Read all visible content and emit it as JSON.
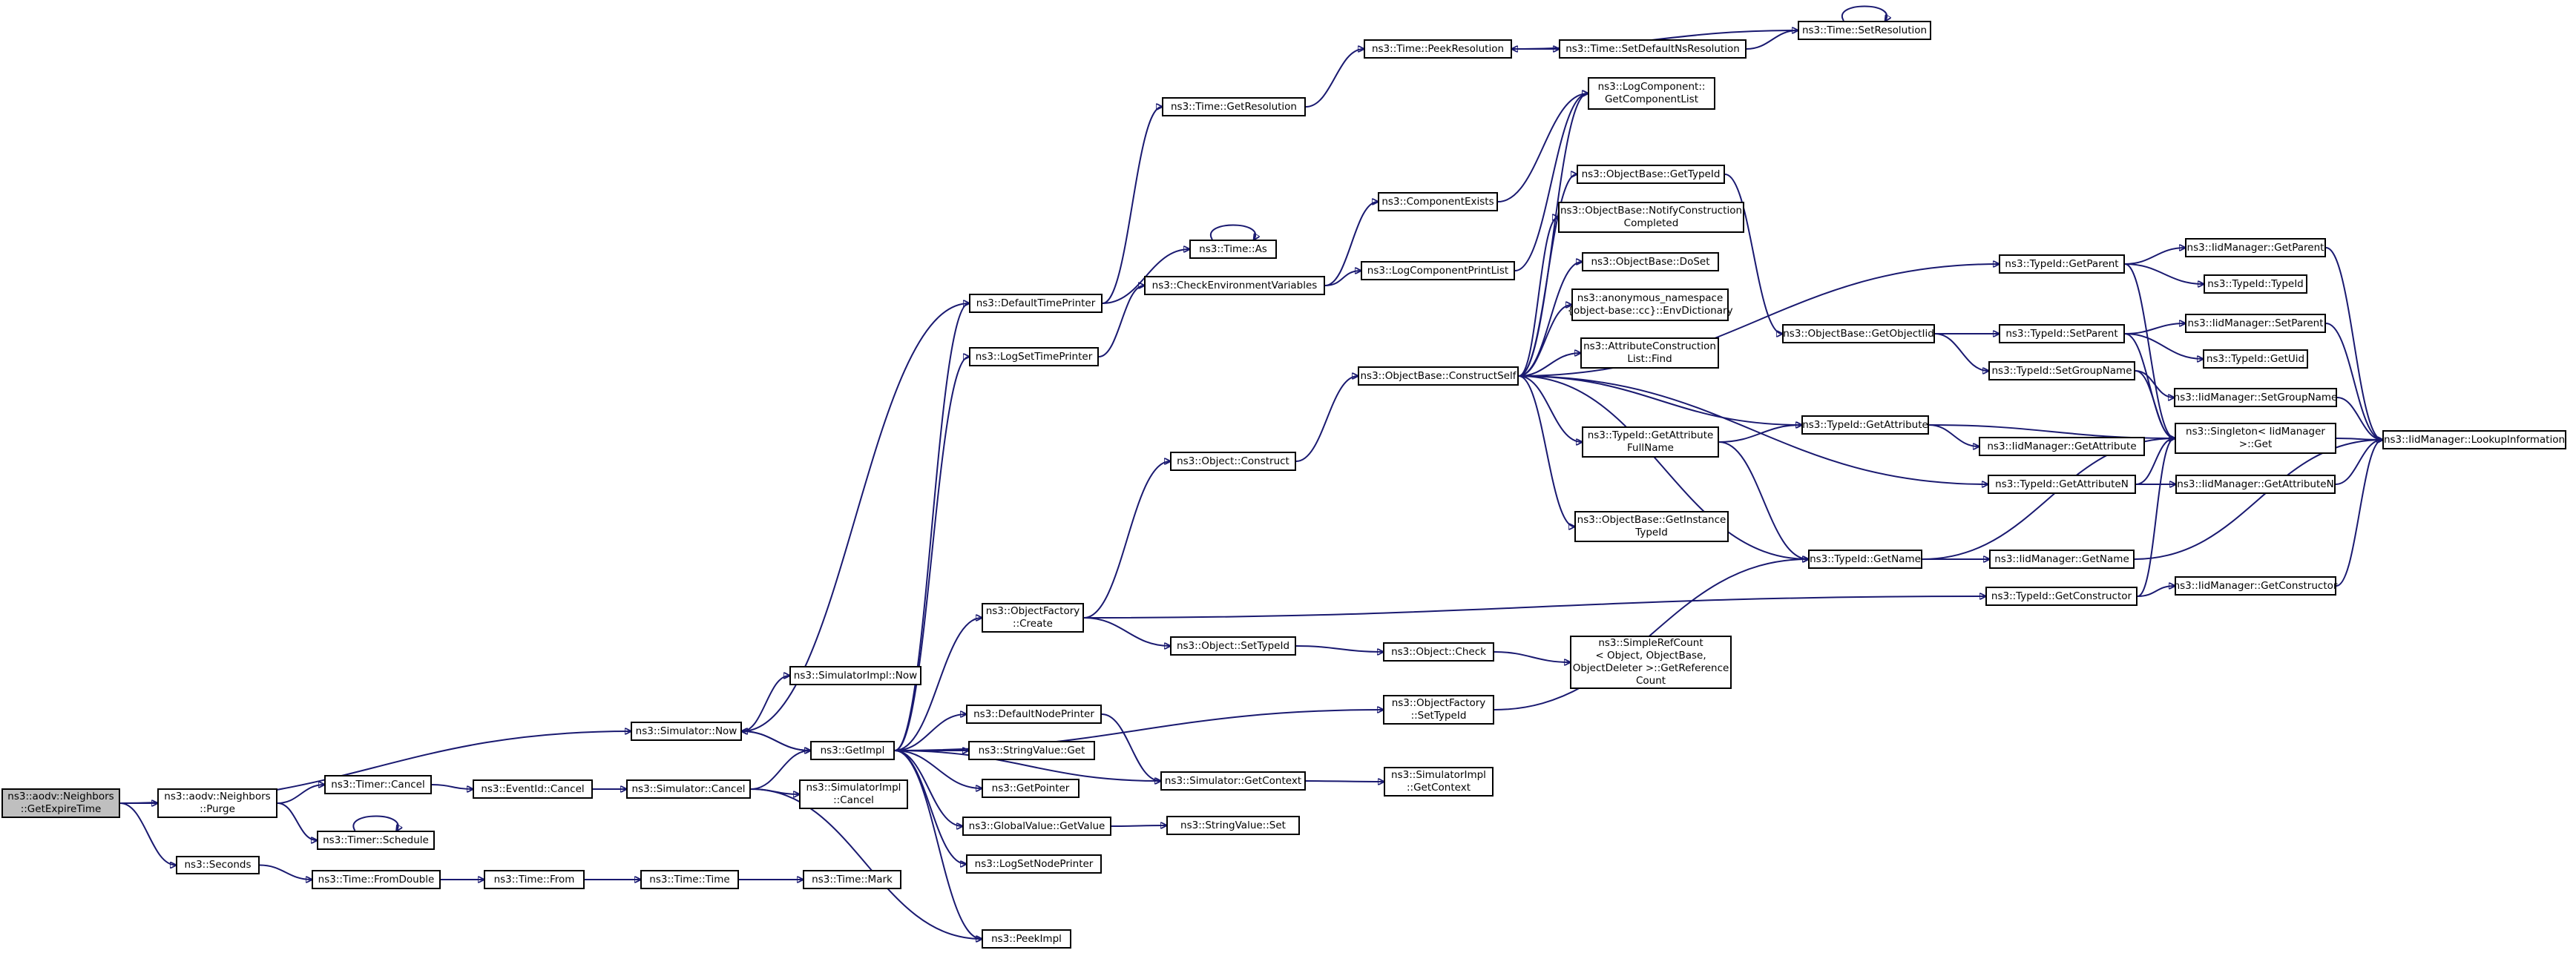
{
  "graph": {
    "arrow_color": "#191970",
    "root_fill": "#bfbfbf",
    "node_fill": "#ffffff",
    "nodes": [
      {
        "id": "root",
        "lines": [
          "ns3::aodv::Neighbors",
          "::GetExpireTime"
        ],
        "root": true
      },
      {
        "id": "purge",
        "lines": [
          "ns3::aodv::Neighbors",
          "::Purge"
        ]
      },
      {
        "id": "seconds",
        "lines": [
          "ns3::Seconds"
        ]
      },
      {
        "id": "simnow",
        "lines": [
          "ns3::Simulator::Now"
        ]
      },
      {
        "id": "simimplnow",
        "lines": [
          "ns3::SimulatorImpl::Now"
        ]
      },
      {
        "id": "timercancel",
        "lines": [
          "ns3::Timer::Cancel"
        ]
      },
      {
        "id": "timerschedule",
        "lines": [
          "ns3::Timer::Schedule"
        ]
      },
      {
        "id": "eventcancel",
        "lines": [
          "ns3::EventId::Cancel"
        ]
      },
      {
        "id": "simcancel",
        "lines": [
          "ns3::Simulator::Cancel"
        ]
      },
      {
        "id": "simimplcancel",
        "lines": [
          "ns3::SimulatorImpl",
          "::Cancel"
        ]
      },
      {
        "id": "fromdouble",
        "lines": [
          "ns3::Time::FromDouble"
        ]
      },
      {
        "id": "timefrom",
        "lines": [
          "ns3::Time::From"
        ]
      },
      {
        "id": "timetime",
        "lines": [
          "ns3::Time::Time"
        ]
      },
      {
        "id": "timemark",
        "lines": [
          "ns3::Time::Mark"
        ]
      },
      {
        "id": "getimpl",
        "lines": [
          "ns3::GetImpl"
        ]
      },
      {
        "id": "peekimpl",
        "lines": [
          "ns3::PeekImpl"
        ]
      },
      {
        "id": "defaulttimeprinter",
        "lines": [
          "ns3::DefaultTimePrinter"
        ]
      },
      {
        "id": "logsettimeprinter",
        "lines": [
          "ns3::LogSetTimePrinter"
        ]
      },
      {
        "id": "objfactorycreate",
        "lines": [
          "ns3::ObjectFactory",
          "::Create"
        ]
      },
      {
        "id": "defaultnodeprinter",
        "lines": [
          "ns3::DefaultNodePrinter"
        ]
      },
      {
        "id": "stringvalueget",
        "lines": [
          "ns3::StringValue::Get"
        ]
      },
      {
        "id": "getpointer",
        "lines": [
          "ns3::GetPointer"
        ]
      },
      {
        "id": "globalvalueget",
        "lines": [
          "ns3::GlobalValue::GetValue"
        ]
      },
      {
        "id": "logsetnodeprinter",
        "lines": [
          "ns3::LogSetNodePrinter"
        ]
      },
      {
        "id": "timegetres",
        "lines": [
          "ns3::Time::GetResolution"
        ]
      },
      {
        "id": "timeas",
        "lines": [
          "ns3::Time::As"
        ]
      },
      {
        "id": "checkenv",
        "lines": [
          "ns3::CheckEnvironmentVariables"
        ]
      },
      {
        "id": "objconstruct",
        "lines": [
          "ns3::Object::Construct"
        ]
      },
      {
        "id": "objsettypeid",
        "lines": [
          "ns3::Object::SetTypeId"
        ]
      },
      {
        "id": "simgetcontext",
        "lines": [
          "ns3::Simulator::GetContext"
        ]
      },
      {
        "id": "stringvalueset",
        "lines": [
          "ns3::StringValue::Set"
        ]
      },
      {
        "id": "peekres",
        "lines": [
          "ns3::Time::PeekResolution"
        ]
      },
      {
        "id": "componentexists",
        "lines": [
          "ns3::ComponentExists"
        ]
      },
      {
        "id": "logcompprintlist",
        "lines": [
          "ns3::LogComponentPrintList"
        ]
      },
      {
        "id": "constructself",
        "lines": [
          "ns3::ObjectBase::ConstructSelf"
        ]
      },
      {
        "id": "objcheck",
        "lines": [
          "ns3::Object::Check"
        ]
      },
      {
        "id": "objfactorysettypeid",
        "lines": [
          "ns3::ObjectFactory",
          "::SetTypeId"
        ]
      },
      {
        "id": "simimplgetcontext",
        "lines": [
          "ns3::SimulatorImpl",
          "::GetContext"
        ]
      },
      {
        "id": "setdefaultns",
        "lines": [
          "ns3::Time::SetDefaultNsResolution"
        ]
      },
      {
        "id": "logcompgetlist",
        "lines": [
          "ns3::LogComponent::",
          "GetComponentList"
        ]
      },
      {
        "id": "objbasegettypeid",
        "lines": [
          "ns3::ObjectBase::GetTypeId"
        ]
      },
      {
        "id": "notifyconstruction",
        "lines": [
          "ns3::ObjectBase::NotifyConstruction",
          "Completed"
        ]
      },
      {
        "id": "doset",
        "lines": [
          "ns3::ObjectBase::DoSet"
        ]
      },
      {
        "id": "envdictionary",
        "lines": [
          "ns3::anonymous_namespace",
          "{object-base::cc}::EnvDictionary"
        ]
      },
      {
        "id": "attrconstructionfind",
        "lines": [
          "ns3::AttributeConstruction",
          "List::Find"
        ]
      },
      {
        "id": "getattrfullname",
        "lines": [
          "ns3::TypeId::GetAttribute",
          "FullName"
        ]
      },
      {
        "id": "getinstancetypeid",
        "lines": [
          "ns3::ObjectBase::GetInstance",
          "TypeId"
        ]
      },
      {
        "id": "simplerefcount",
        "lines": [
          "ns3::SimpleRefCount",
          "< Object, ObjectBase,",
          "ObjectDeleter >::GetReference",
          "Count"
        ]
      },
      {
        "id": "setresolution",
        "lines": [
          "ns3::Time::SetResolution"
        ]
      },
      {
        "id": "getobjectiid",
        "lines": [
          "ns3::ObjectBase::GetObjectIid"
        ]
      },
      {
        "id": "typeidgetattribute",
        "lines": [
          "ns3::TypeId::GetAttribute"
        ]
      },
      {
        "id": "typeidgetname",
        "lines": [
          "ns3::TypeId::GetName"
        ]
      },
      {
        "id": "typeidgetparent",
        "lines": [
          "ns3::TypeId::GetParent"
        ]
      },
      {
        "id": "typeidsetparent",
        "lines": [
          "ns3::TypeId::SetParent"
        ]
      },
      {
        "id": "typeidsetgroupname",
        "lines": [
          "ns3::TypeId::SetGroupName"
        ]
      },
      {
        "id": "typeidgetattributen",
        "lines": [
          "ns3::TypeId::GetAttributeN"
        ]
      },
      {
        "id": "typeidgetconstructor",
        "lines": [
          "ns3::TypeId::GetConstructor"
        ]
      },
      {
        "id": "iidgetparent",
        "lines": [
          "ns3::IidManager::GetParent"
        ]
      },
      {
        "id": "typeidtypeid",
        "lines": [
          "ns3::TypeId::TypeId"
        ]
      },
      {
        "id": "iidsetparent",
        "lines": [
          "ns3::IidManager::SetParent"
        ]
      },
      {
        "id": "typeidgetuid",
        "lines": [
          "ns3::TypeId::GetUid"
        ]
      },
      {
        "id": "iidsetgroupname",
        "lines": [
          "ns3::IidManager::SetGroupName"
        ]
      },
      {
        "id": "singletonget",
        "lines": [
          "ns3::Singleton< IidManager",
          " >::Get"
        ]
      },
      {
        "id": "iidgetattribute",
        "lines": [
          "ns3::IidManager::GetAttribute"
        ]
      },
      {
        "id": "iidgetattributen",
        "lines": [
          "ns3::IidManager::GetAttributeN"
        ]
      },
      {
        "id": "iidgetname",
        "lines": [
          "ns3::IidManager::GetName"
        ]
      },
      {
        "id": "iidgetconstructor",
        "lines": [
          "ns3::IidManager::GetConstructor"
        ]
      },
      {
        "id": "lookupinformation",
        "lines": [
          "ns3::IidManager::LookupInformation"
        ]
      }
    ],
    "edges": [
      [
        "root",
        "purge"
      ],
      [
        "root",
        "seconds"
      ],
      [
        "root",
        "simnow"
      ],
      [
        "purge",
        "timercancel"
      ],
      [
        "purge",
        "timerschedule"
      ],
      [
        "timerschedule",
        "timerschedule"
      ],
      [
        "timercancel",
        "eventcancel"
      ],
      [
        "eventcancel",
        "simcancel"
      ],
      [
        "simcancel",
        "getimpl"
      ],
      [
        "simcancel",
        "simimplcancel"
      ],
      [
        "simcancel",
        "peekimpl"
      ],
      [
        "seconds",
        "fromdouble"
      ],
      [
        "fromdouble",
        "timefrom"
      ],
      [
        "timefrom",
        "timetime"
      ],
      [
        "timetime",
        "timemark"
      ],
      [
        "simnow",
        "simimplnow"
      ],
      [
        "simnow",
        "getimpl"
      ],
      [
        "getimpl",
        "simnow"
      ],
      [
        "getimpl",
        "defaulttimeprinter"
      ],
      [
        "getimpl",
        "logsettimeprinter"
      ],
      [
        "getimpl",
        "objfactorycreate"
      ],
      [
        "getimpl",
        "objfactorysettypeid"
      ],
      [
        "getimpl",
        "defaultnodeprinter"
      ],
      [
        "getimpl",
        "stringvalueget"
      ],
      [
        "getimpl",
        "getpointer"
      ],
      [
        "getimpl",
        "globalvalueget"
      ],
      [
        "getimpl",
        "logsetnodeprinter"
      ],
      [
        "getimpl",
        "peekimpl"
      ],
      [
        "getimpl",
        "simgetcontext"
      ],
      [
        "defaulttimeprinter",
        "simnow"
      ],
      [
        "defaulttimeprinter",
        "timegetres"
      ],
      [
        "defaulttimeprinter",
        "timeas"
      ],
      [
        "logsettimeprinter",
        "checkenv"
      ],
      [
        "objfactorycreate",
        "objconstruct"
      ],
      [
        "objfactorycreate",
        "objsettypeid"
      ],
      [
        "objfactorycreate",
        "typeidgetconstructor"
      ],
      [
        "defaultnodeprinter",
        "simgetcontext"
      ],
      [
        "globalvalueget",
        "stringvalueset"
      ],
      [
        "timegetres",
        "peekres"
      ],
      [
        "timeas",
        "timeas"
      ],
      [
        "checkenv",
        "componentexists"
      ],
      [
        "checkenv",
        "logcompprintlist"
      ],
      [
        "objconstruct",
        "constructself"
      ],
      [
        "objsettypeid",
        "objcheck"
      ],
      [
        "simgetcontext",
        "simimplgetcontext"
      ],
      [
        "objcheck",
        "simplerefcount"
      ],
      [
        "objfactorysettypeid",
        "typeidgetname"
      ],
      [
        "peekres",
        "setdefaultns"
      ],
      [
        "setdefaultns",
        "setresolution"
      ],
      [
        "setresolution",
        "peekres"
      ],
      [
        "setresolution",
        "setresolution"
      ],
      [
        "componentexists",
        "logcompgetlist"
      ],
      [
        "logcompprintlist",
        "logcompgetlist"
      ],
      [
        "constructself",
        "logcompgetlist"
      ],
      [
        "constructself",
        "objbasegettypeid"
      ],
      [
        "constructself",
        "notifyconstruction"
      ],
      [
        "constructself",
        "doset"
      ],
      [
        "constructself",
        "envdictionary"
      ],
      [
        "constructself",
        "attrconstructionfind"
      ],
      [
        "constructself",
        "getattrfullname"
      ],
      [
        "constructself",
        "getinstancetypeid"
      ],
      [
        "constructself",
        "typeidgetattribute"
      ],
      [
        "constructself",
        "typeidgetattributen"
      ],
      [
        "constructself",
        "typeidgetname"
      ],
      [
        "constructself",
        "typeidgetparent"
      ],
      [
        "objbasegettypeid",
        "getobjectiid"
      ],
      [
        "getobjectiid",
        "typeidsetparent"
      ],
      [
        "getobjectiid",
        "typeidsetgroupname"
      ],
      [
        "getattrfullname",
        "typeidgetattribute"
      ],
      [
        "getattrfullname",
        "typeidgetname"
      ],
      [
        "typeidgetattribute",
        "singletonget"
      ],
      [
        "typeidgetattribute",
        "iidgetattribute"
      ],
      [
        "typeidgetname",
        "singletonget"
      ],
      [
        "typeidgetname",
        "iidgetname"
      ],
      [
        "typeidgetparent",
        "iidgetparent"
      ],
      [
        "typeidgetparent",
        "typeidtypeid"
      ],
      [
        "typeidgetparent",
        "singletonget"
      ],
      [
        "typeidsetparent",
        "iidsetparent"
      ],
      [
        "typeidsetparent",
        "typeidgetuid"
      ],
      [
        "typeidsetparent",
        "singletonget"
      ],
      [
        "typeidsetgroupname",
        "iidsetgroupname"
      ],
      [
        "typeidsetgroupname",
        "singletonget"
      ],
      [
        "typeidgetattributen",
        "singletonget"
      ],
      [
        "typeidgetattributen",
        "iidgetattributen"
      ],
      [
        "typeidgetconstructor",
        "singletonget"
      ],
      [
        "typeidgetconstructor",
        "iidgetconstructor"
      ],
      [
        "iidgetparent",
        "lookupinformation"
      ],
      [
        "iidsetparent",
        "lookupinformation"
      ],
      [
        "iidsetgroupname",
        "lookupinformation"
      ],
      [
        "singletonget",
        "lookupinformation"
      ],
      [
        "iidgetattributen",
        "lookupinformation"
      ],
      [
        "iidgetname",
        "lookupinformation"
      ],
      [
        "iidgetconstructor",
        "lookupinformation"
      ]
    ]
  }
}
